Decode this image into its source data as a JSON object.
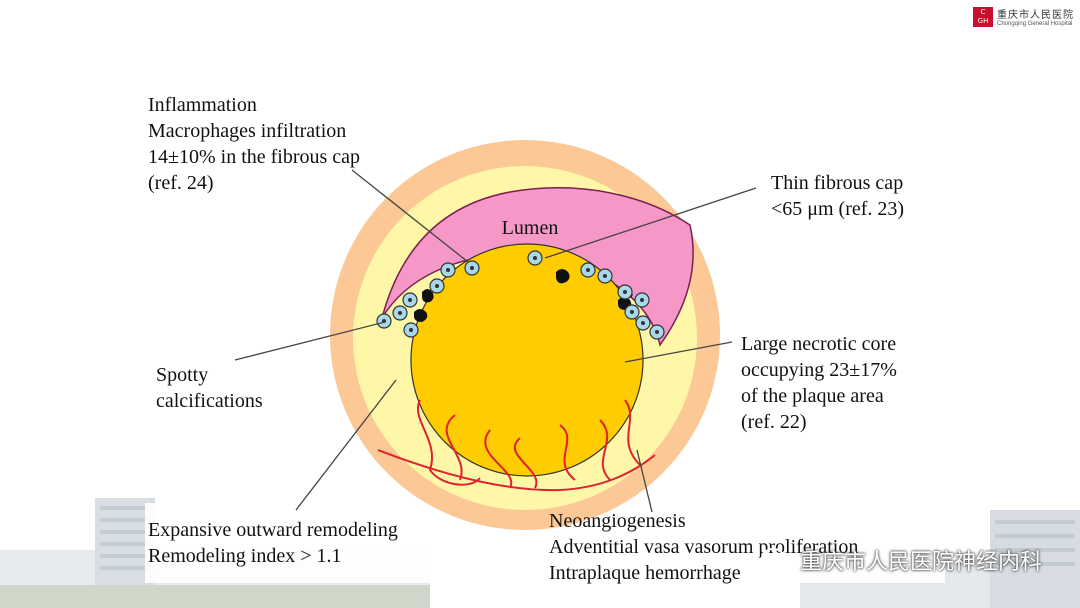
{
  "header": {
    "logo_mark_line1": "C",
    "logo_mark_line2": "GH",
    "hospital_name_cn": "重庆市人民医院",
    "hospital_name_en": "Chongqing General Hospital"
  },
  "diagram": {
    "lumen_label": "Lumen",
    "annotations": {
      "inflammation": [
        "Inflammation",
        "Macrophages infiltration",
        "14±10% in the fibrous cap",
        "(ref. 24)"
      ],
      "thin_cap": [
        "Thin fibrous cap",
        "<65 μm (ref. 23)"
      ],
      "spotty": [
        "Spotty",
        "calcifications"
      ],
      "necrotic_core": [
        "Large necrotic core",
        "occupying 23±17%",
        "of the plaque area",
        "(ref. 22)"
      ],
      "remodeling": [
        "Expansive outward remodeling",
        "Remodeling index > 1.1"
      ],
      "neoangiogenesis": [
        "Neoangiogenesis",
        "Adventitial vasa vasorum proliferation",
        "Intraplaque hemorrhage"
      ]
    },
    "colors": {
      "outer_ring": "#fbc896",
      "middle_ring": "#fff7a8",
      "necrotic_core": "#ffcc00",
      "lumen": "#f598c8",
      "vessels": "#e02030",
      "macrophage": "#a8d8ea",
      "calcification": "#111111"
    }
  },
  "watermark": {
    "text": "重庆市人民医院神经内科"
  }
}
